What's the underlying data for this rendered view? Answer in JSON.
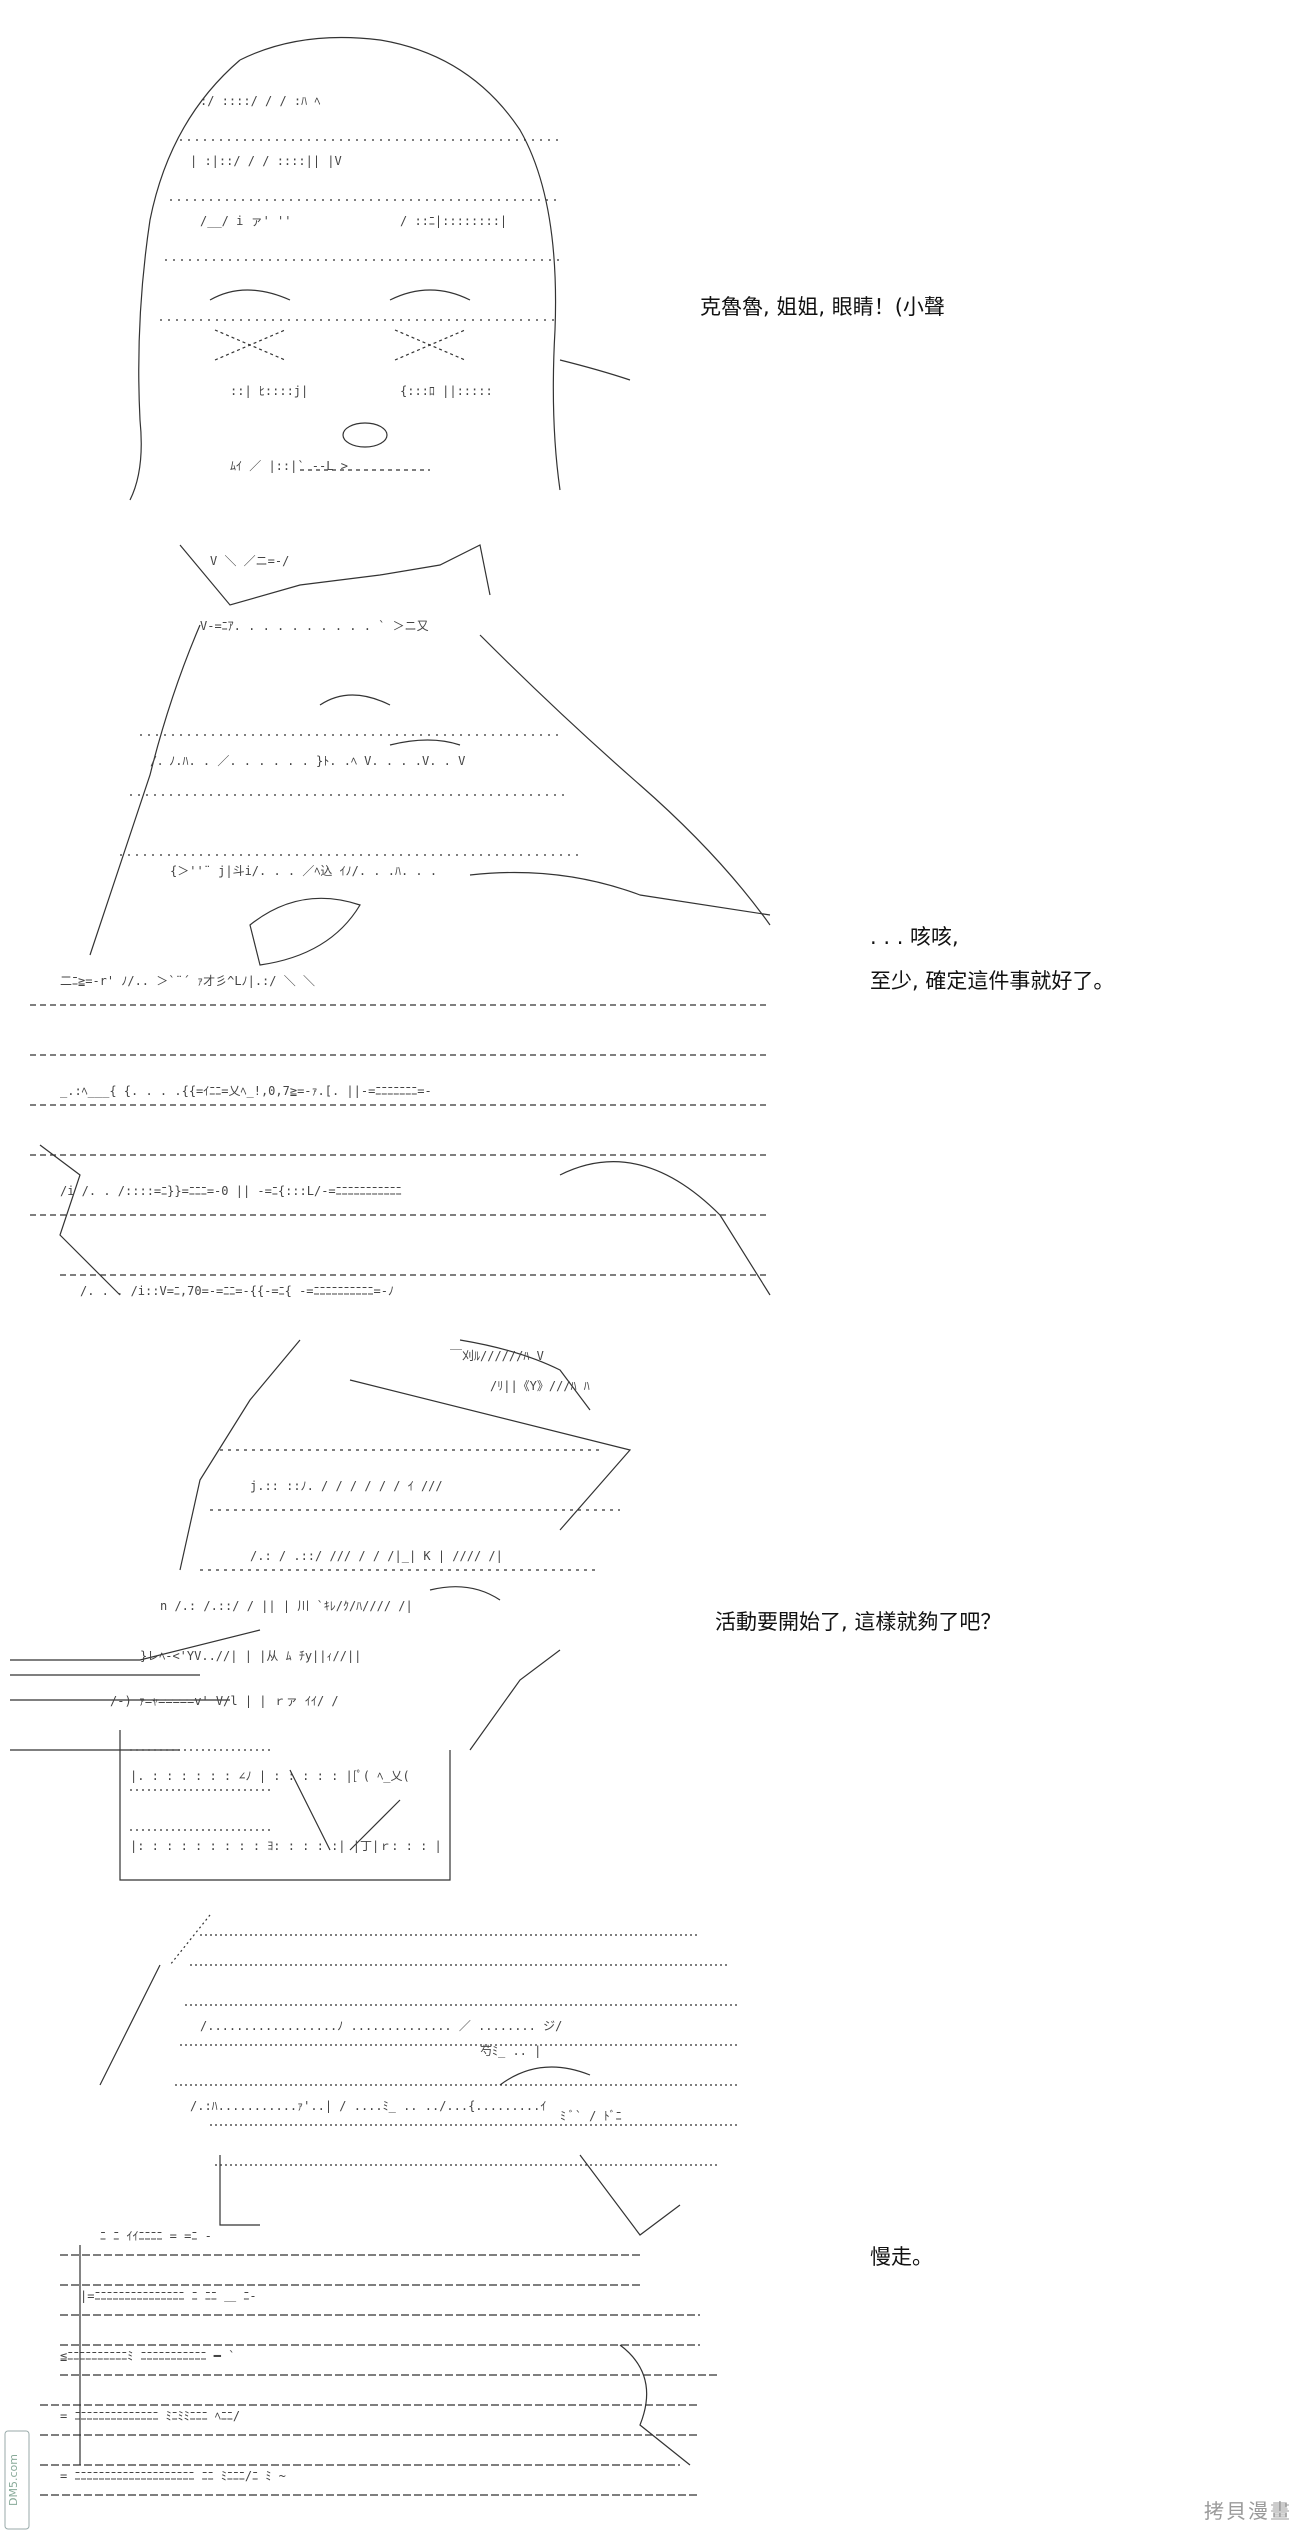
{
  "panels": [
    {
      "id": "panel-1",
      "lines": [
        "克魯魯, 姐姐, 眼睛！(小聲"
      ]
    },
    {
      "id": "panel-2",
      "lines": [
        ". . . 咳咳,",
        "至少, 確定這件事就好了。"
      ]
    },
    {
      "id": "panel-3",
      "lines": [
        "活動要開始了, 這樣就夠了吧？"
      ]
    },
    {
      "id": "panel-4",
      "lines": [
        "慢走。"
      ]
    }
  ],
  "watermark": {
    "site_text": "拷貝漫畫",
    "logo_text": "DM5.com"
  },
  "colors": {
    "background": "#ffffff",
    "ink": "#1a1a1a",
    "watermark": "#9a9a9a"
  }
}
